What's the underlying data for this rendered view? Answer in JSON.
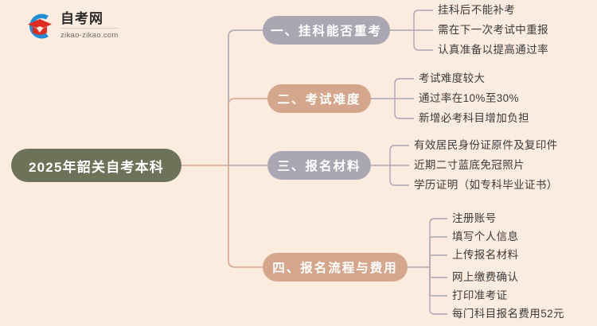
{
  "logo": {
    "title": "自考网",
    "subtitle": "zikao-zikao.com",
    "mark_icon": "graduation-cap-icon"
  },
  "colors": {
    "background": "#fcebdf",
    "root_node": "#6d7359",
    "branch_purple": "#aaa6b2",
    "branch_tan": "#d4a78c",
    "connector_tan": "#d4a78c",
    "connector_purple": "#aaa6b2",
    "leaf_text": "#3b3b3b",
    "logo_blue": "#1e8fd5",
    "logo_red": "#e02b20"
  },
  "mindmap": {
    "root": {
      "label": "2025年韶关自考本科"
    },
    "branches": [
      {
        "label": "一、挂科能否重考",
        "tone": "purple",
        "leaves": [
          "挂科后不能补考",
          "需在下一次考试中重报",
          "认真准备以提高通过率"
        ]
      },
      {
        "label": "二、考试难度",
        "tone": "tan",
        "leaves": [
          "考试难度较大",
          "通过率在10%至30%",
          "新增必考科目增加负担"
        ]
      },
      {
        "label": "三、报名材料",
        "tone": "purple",
        "leaves": [
          "有效居民身份证原件及复印件",
          "近期二寸蓝底免冠照片",
          "学历证明（如专科毕业证书）"
        ]
      },
      {
        "label": "四、报名流程与费用",
        "tone": "tan",
        "leaves": [
          "注册账号",
          "填写个人信息",
          "上传报名材料",
          "网上缴费确认",
          "打印准考证",
          "每门科目报名费用52元"
        ]
      }
    ]
  }
}
